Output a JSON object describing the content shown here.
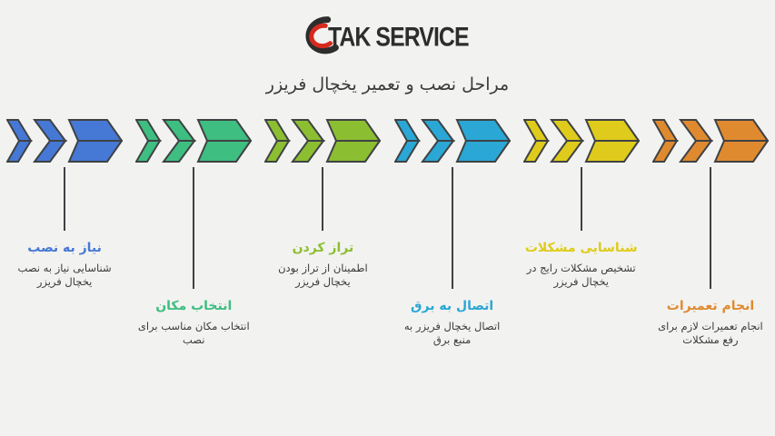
{
  "background_color": "#F2F2F0",
  "outline_color": "#3F4244",
  "logo": {
    "text": "TAK SERVICE",
    "icon": "swoosh-crescent-icon",
    "icon_colors": {
      "outer": "#2D2D2D",
      "inner": "#D62A1E"
    }
  },
  "title": "مراحل نصب و تعمیر یخچال فریزر",
  "steps": [
    {
      "label": "نیاز به نصب",
      "description": "شناسایی نیاز به نصب یخچال فریزر",
      "color": "#4678D5",
      "position": "upper"
    },
    {
      "label": "انتخاب مکان",
      "description": "انتخاب مکان مناسب برای نصب",
      "color": "#3EBE80",
      "position": "lower"
    },
    {
      "label": "تراز کردن",
      "description": "اطمینان از تراز بودن یخچال فریزر",
      "color": "#8CBE32",
      "position": "upper"
    },
    {
      "label": "اتصال به برق",
      "description": "اتصال یخچال فریزر به منبع برق",
      "color": "#2AA7D5",
      "position": "lower"
    },
    {
      "label": "شناسایی مشکلات",
      "description": "تشخیص مشکلات رایج در یخچال فریزر",
      "color": "#DFCB1B",
      "position": "upper"
    },
    {
      "label": "انجام تعمیرات",
      "description": "انجام تعمیرات لازم برای رفع مشکلات",
      "color": "#E08A30",
      "position": "lower"
    }
  ]
}
